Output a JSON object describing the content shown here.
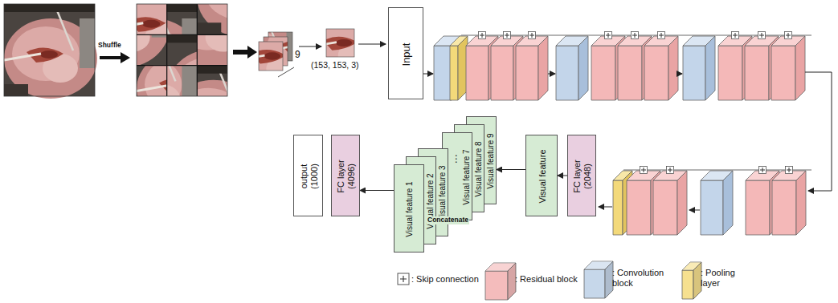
{
  "diagram": {
    "nodes": [
      {
        "text": [
          "Input"
        ]
      },
      {
        "text": [
          "FC layer (2048)"
        ]
      },
      {
        "text": [
          "Visual feature"
        ]
      },
      {
        "text": [
          "Visual feature 1"
        ]
      },
      {
        "text": [
          "Visual feature 2"
        ]
      },
      {
        "text": [
          "Visual feature 3"
        ]
      },
      {
        "text": [
          "Visual feature 7"
        ]
      },
      {
        "text": [
          "Visual feature 8"
        ]
      },
      {
        "text": [
          "Visual feature 9"
        ]
      },
      {
        "text": [
          "FC layer (4096)"
        ]
      },
      {
        "text": [
          "output (1000)"
        ]
      }
    ],
    "edges": [
      {
        "from": 1,
        "to": 2,
        "arrow": "to"
      },
      {
        "from": 2,
        "to": 8,
        "arrow": "to"
      },
      {
        "from": 3,
        "to": 9,
        "arrow": "to"
      }
    ],
    "labels": [
      "Shuffle",
      "9",
      "(153, 153, 3)",
      "⋮",
      "Concatenate"
    ],
    "legend": [
      {
        "text": ": Skip connection"
      },
      {
        "text": ": Residual block",
        "color": "#f4bcbc"
      },
      {
        "text": ": Convolution block",
        "color": "#c6d7ea"
      },
      {
        "text": ": Pooling layer",
        "color": "#f6e08f"
      }
    ]
  }
}
